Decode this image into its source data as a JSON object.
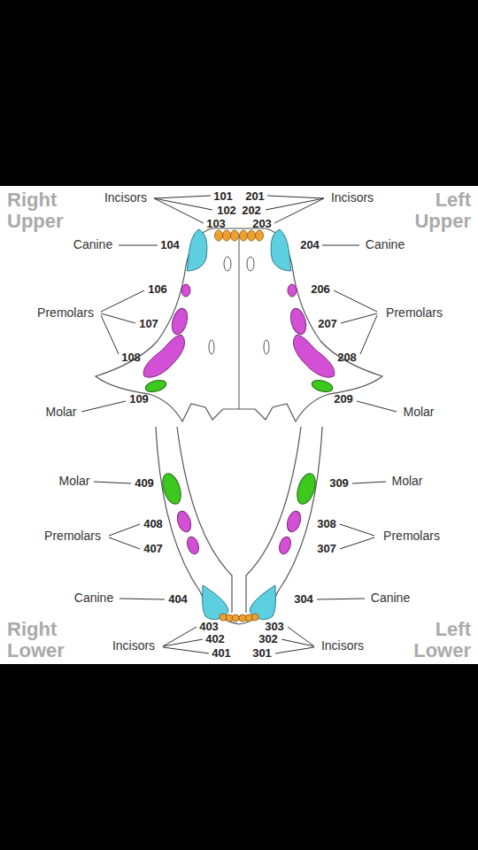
{
  "diagram": {
    "labels": [
      "Right Upper",
      "Incisors",
      "101",
      "201",
      "Incisors",
      "Left Upper",
      "102",
      "202",
      "103",
      "203",
      "Canine",
      "104",
      "204",
      "Canine",
      "106",
      "206",
      "Premolars",
      "107",
      "207",
      "Premolars",
      "108",
      "208",
      "109",
      "209",
      "Molar",
      "Molar",
      "Molar",
      "409",
      "309",
      "Molar",
      "408",
      "308",
      "Premolars",
      "407",
      "307",
      "Premolars",
      "Canine",
      "404",
      "304",
      "Canine",
      "Right Lower",
      "403",
      "303",
      "402",
      "302",
      "Incisors",
      "401",
      "301",
      "Incisors",
      "Left Lower"
    ]
  }
}
